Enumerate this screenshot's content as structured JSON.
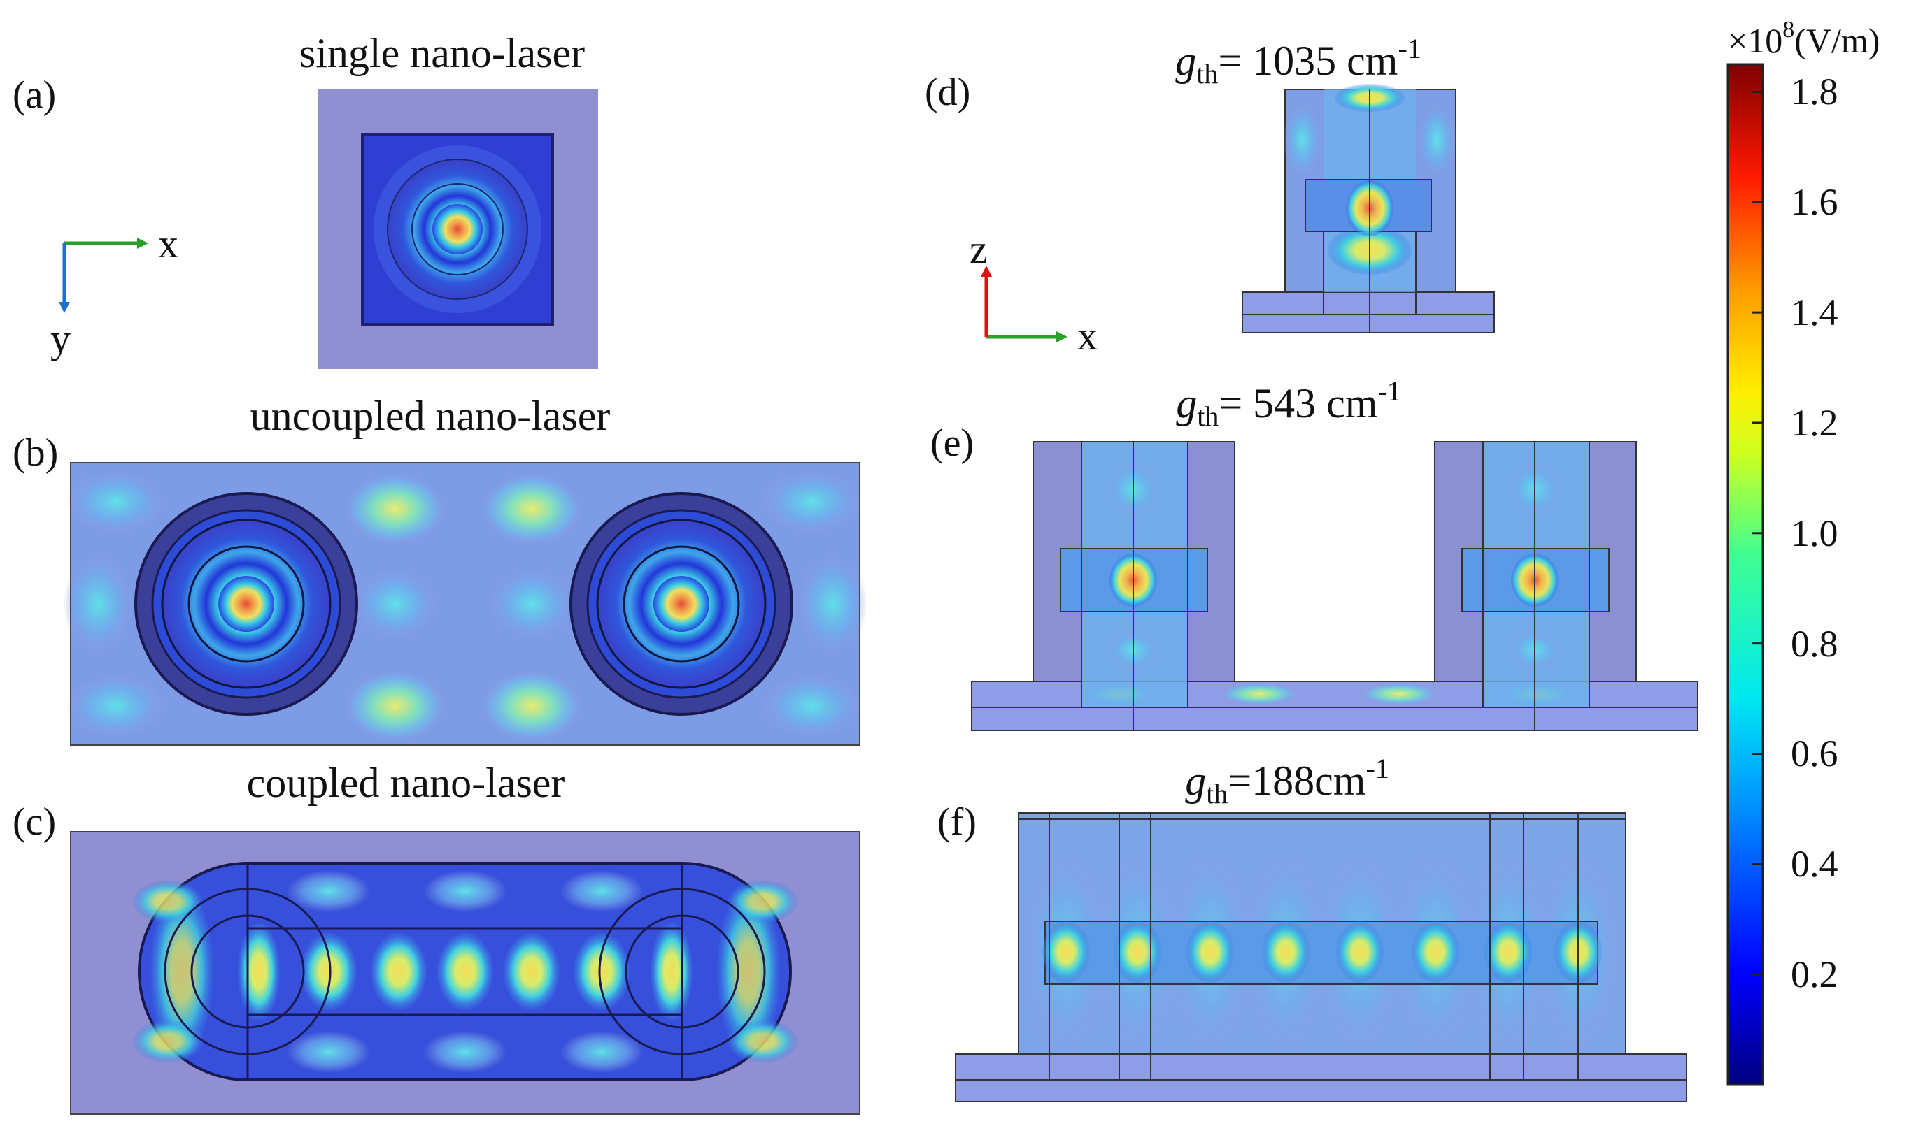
{
  "panels": {
    "a": {
      "label": "(a)",
      "title": "single nano-laser"
    },
    "b": {
      "label": "(b)",
      "title": "uncoupled nano-laser"
    },
    "c": {
      "label": "(c)",
      "title": "coupled nano-laser"
    },
    "d": {
      "label": "(d)",
      "g_symbol": "g",
      "g_sub": "th",
      "g_eq": "= 1035 cm",
      "g_sup": "-1"
    },
    "e": {
      "label": "(e)",
      "g_symbol": "g",
      "g_sub": "th",
      "g_eq": "= 543 cm",
      "g_sup": "-1"
    },
    "f": {
      "label": "(f)",
      "g_symbol": "g",
      "g_sub": "th",
      "g_eq": "=188cm",
      "g_sup": "-1"
    }
  },
  "axes_xy": {
    "x": "x",
    "y": "y",
    "x_color": "#2aa02a",
    "y_color": "#1f6fd1"
  },
  "axes_xz": {
    "x": "x",
    "z": "z",
    "x_color": "#2aa02a",
    "z_color": "#e01010"
  },
  "colorbar": {
    "unit_prefix": "×10",
    "unit_exp": "8",
    "unit_suffix": "(V/m)",
    "ticks": [
      "1.8",
      "1.6",
      "1.4",
      "1.2",
      "1.0",
      "0.8",
      "0.6",
      "0.4",
      "0.2"
    ],
    "tick_values": [
      1.8,
      1.6,
      1.4,
      1.2,
      1.0,
      0.8,
      0.6,
      0.4,
      0.2
    ],
    "range": [
      0.0,
      1.85
    ],
    "colormap": [
      "#00008b",
      "#0000ff",
      "#00bfff",
      "#00ffcc",
      "#7fff00",
      "#ffff00",
      "#ff8c00",
      "#ff0000",
      "#8b0000"
    ]
  },
  "colors": {
    "background_field": "#8f8fd0",
    "hot": "#e8604a",
    "warm": "#f2e05a",
    "cool": "#2fc6e8",
    "deep": "#2a3bd8"
  }
}
